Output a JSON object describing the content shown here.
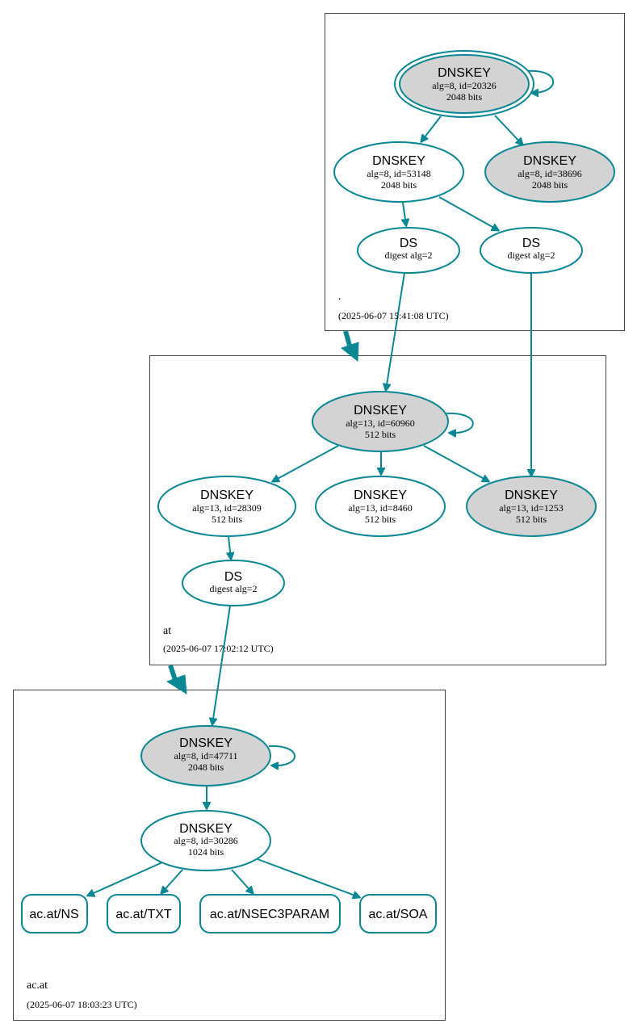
{
  "colors": {
    "edge": "#0a8794",
    "node_stroke": "#0a8794",
    "filled_node": "#d3d3d3",
    "plain_node": "#ffffff",
    "zone_border": "#444444"
  },
  "zones": {
    "root": {
      "name": ".",
      "timestamp": "(2025-06-07 15:41:08 UTC)"
    },
    "at": {
      "name": "at",
      "timestamp": "(2025-06-07 17:02:12 UTC)"
    },
    "acat": {
      "name": "ac.at",
      "timestamp": "(2025-06-07 18:03:23 UTC)"
    }
  },
  "nodes": {
    "root_ksk": {
      "title": "DNSKEY",
      "line1": "alg=8, id=20326",
      "line2": "2048 bits",
      "filled": true
    },
    "root_zsk": {
      "title": "DNSKEY",
      "line1": "alg=8, id=53148",
      "line2": "2048 bits",
      "filled": false
    },
    "root_k3": {
      "title": "DNSKEY",
      "line1": "alg=8, id=38696",
      "line2": "2048 bits",
      "filled": true
    },
    "root_ds1": {
      "title": "DS",
      "line1": "digest alg=2"
    },
    "root_ds2": {
      "title": "DS",
      "line1": "digest alg=2"
    },
    "at_ksk": {
      "title": "DNSKEY",
      "line1": "alg=13, id=60960",
      "line2": "512 bits",
      "filled": true
    },
    "at_k1": {
      "title": "DNSKEY",
      "line1": "alg=13, id=28309",
      "line2": "512 bits",
      "filled": false
    },
    "at_k2": {
      "title": "DNSKEY",
      "line1": "alg=13, id=8460",
      "line2": "512 bits",
      "filled": false
    },
    "at_k3": {
      "title": "DNSKEY",
      "line1": "alg=13, id=1253",
      "line2": "512 bits",
      "filled": true
    },
    "at_ds": {
      "title": "DS",
      "line1": "digest alg=2"
    },
    "acat_ksk": {
      "title": "DNSKEY",
      "line1": "alg=8, id=47711",
      "line2": "2048 bits",
      "filled": true
    },
    "acat_zsk": {
      "title": "DNSKEY",
      "line1": "alg=8, id=30286",
      "line2": "1024 bits",
      "filled": false
    }
  },
  "records": {
    "ns": "ac.at/NS",
    "txt": "ac.at/TXT",
    "nsec3param": "ac.at/NSEC3PARAM",
    "soa": "ac.at/SOA"
  }
}
